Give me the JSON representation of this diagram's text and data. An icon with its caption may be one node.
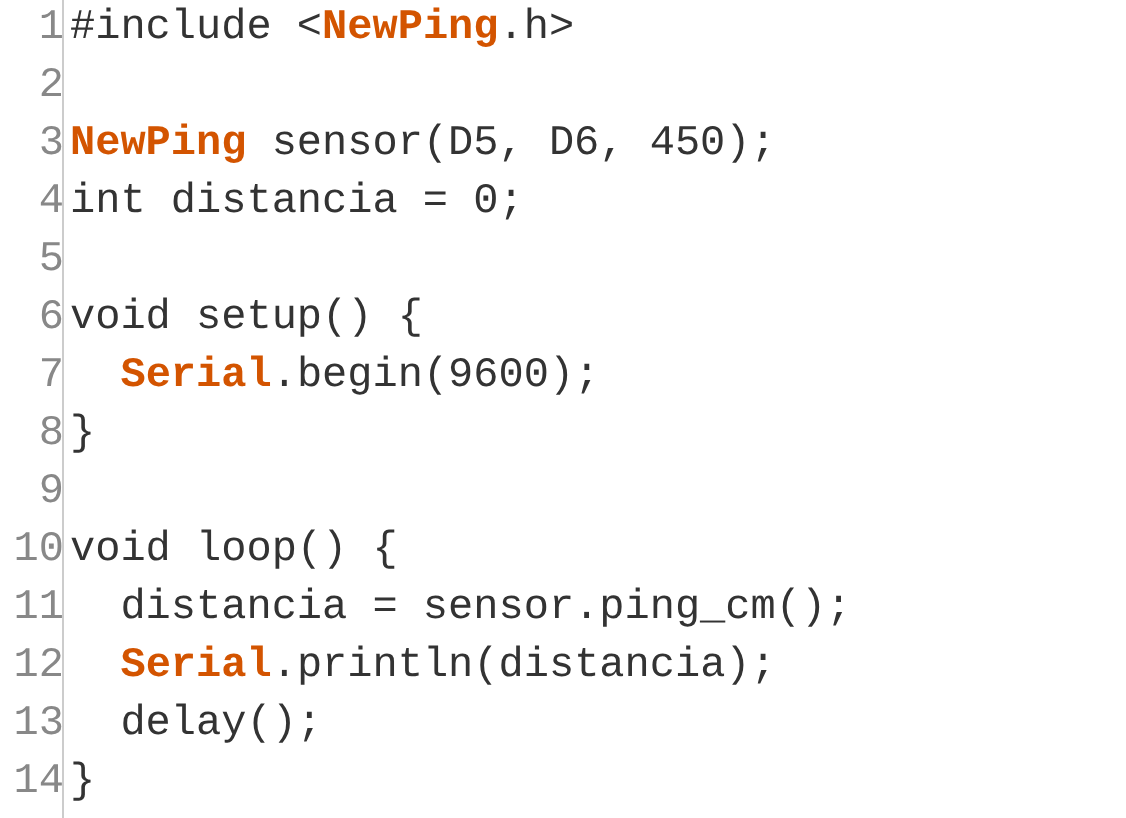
{
  "diagram": {
    "labels": [
      "1",
      "#include <**NewPing**.h>",
      "2",
      "3",
      "**NewPing** sensor(D5, D6, 450);",
      "4",
      "int distancia = 0;",
      "5",
      "6",
      "void setup() {",
      "7",
      "  **Serial**.begin(9600);",
      "8",
      "}",
      "9",
      "10",
      "void loop() {",
      "11",
      "  distancia = sensor.ping_cm();",
      "12",
      "  **Serial**.println(distancia);",
      "13",
      "  delay();",
      "14",
      "}"
    ]
  }
}
